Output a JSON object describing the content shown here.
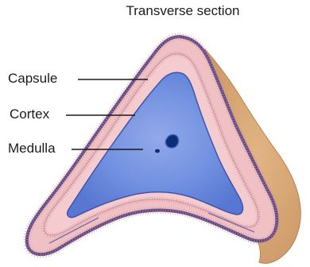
{
  "title": "Transverse section",
  "labels": {
    "capsule": "Capsule",
    "cortex": "Cortex",
    "medulla": "Medulla"
  },
  "colors": {
    "background": "#ffffff",
    "surrounding_fat": "#d9a877",
    "capsule_outline": "#5d4a8a",
    "cortex": "#efc1c5",
    "medulla": "#5f7fd6",
    "medulla_center": "#8da3e6",
    "vessel": "#0d2e75",
    "leader_line": "#1a1a1a"
  }
}
